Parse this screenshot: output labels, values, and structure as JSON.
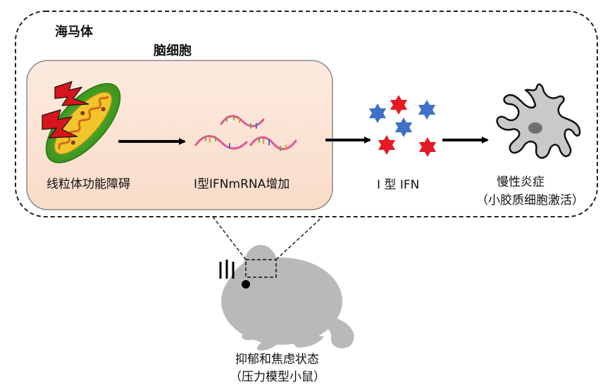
{
  "hippocampus": {
    "label": "海马体"
  },
  "brain_cell": {
    "label": "脑细胞",
    "step1": "线粒体功能障碍",
    "step2": "I型IFNmRNA增加"
  },
  "ifn": {
    "label": "I 型 IFN"
  },
  "inflammation": {
    "line1": "慢性炎症",
    "line2": "（小胶质细胞激活）"
  },
  "mouse": {
    "line1": "抑郁和焦虑状态",
    "line2": "（压力模型小鼠）"
  },
  "colors": {
    "cell_fill": "#fbe3d3",
    "mito_green": "#3a9a1f",
    "lightning_red": "#d8141c",
    "mrna_pink": "#e0559a",
    "star_red": "#e41b23",
    "star_blue": "#3d72c7",
    "microglia_gray": "#c9c9c9",
    "mouse_gray": "#b9b9b9"
  }
}
